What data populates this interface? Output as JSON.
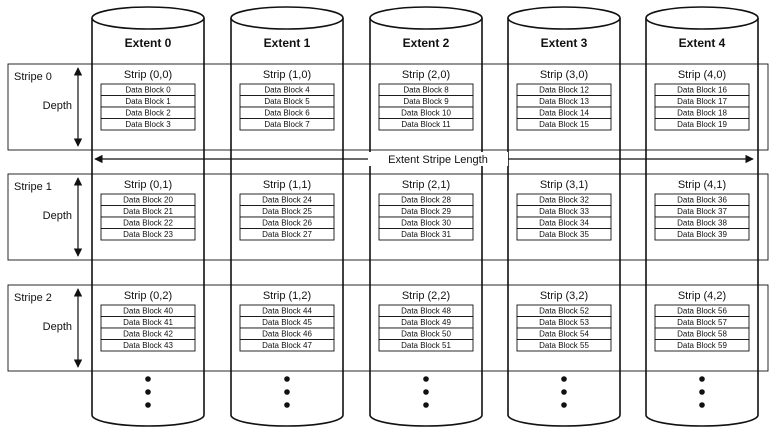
{
  "extents": [
    "Extent 0",
    "Extent 1",
    "Extent 2",
    "Extent 3",
    "Extent 4"
  ],
  "stripes": [
    {
      "label": "Stripe 0",
      "strips": [
        {
          "label": "Strip (0,0)",
          "blocks": [
            "Data Block 0",
            "Data Block 1",
            "Data Block 2",
            "Data Block 3"
          ]
        },
        {
          "label": "Strip (1,0)",
          "blocks": [
            "Data Block 4",
            "Data Block 5",
            "Data Block 6",
            "Data Block 7"
          ]
        },
        {
          "label": "Strip (2,0)",
          "blocks": [
            "Data Block 8",
            "Data Block 9",
            "Data Block 10",
            "Data Block 11"
          ]
        },
        {
          "label": "Strip (3,0)",
          "blocks": [
            "Data Block 12",
            "Data Block 13",
            "Data Block 14",
            "Data Block 15"
          ]
        },
        {
          "label": "Strip (4,0)",
          "blocks": [
            "Data Block 16",
            "Data Block 17",
            "Data Block 18",
            "Data Block 19"
          ]
        }
      ]
    },
    {
      "label": "Stripe 1",
      "strips": [
        {
          "label": "Strip (0,1)",
          "blocks": [
            "Data Block 20",
            "Data Block 21",
            "Data Block 22",
            "Data Block 23"
          ]
        },
        {
          "label": "Strip (1,1)",
          "blocks": [
            "Data Block 24",
            "Data Block 25",
            "Data Block 26",
            "Data Block 27"
          ]
        },
        {
          "label": "Strip (2,1)",
          "blocks": [
            "Data Block 28",
            "Data Block 29",
            "Data Block 30",
            "Data Block 31"
          ]
        },
        {
          "label": "Strip (3,1)",
          "blocks": [
            "Data Block 32",
            "Data Block 33",
            "Data Block 34",
            "Data Block 35"
          ]
        },
        {
          "label": "Strip (4,1)",
          "blocks": [
            "Data Block 36",
            "Data Block 37",
            "Data Block 38",
            "Data Block 39"
          ]
        }
      ]
    },
    {
      "label": "Stripe 2",
      "strips": [
        {
          "label": "Strip (0,2)",
          "blocks": [
            "Data Block 40",
            "Data Block 41",
            "Data Block 42",
            "Data Block 43"
          ]
        },
        {
          "label": "Strip (1,2)",
          "blocks": [
            "Data Block 44",
            "Data Block 45",
            "Data Block 46",
            "Data Block 47"
          ]
        },
        {
          "label": "Strip (2,2)",
          "blocks": [
            "Data Block 48",
            "Data Block 49",
            "Data Block 50",
            "Data Block 51"
          ]
        },
        {
          "label": "Strip (3,2)",
          "blocks": [
            "Data Block 52",
            "Data Block 53",
            "Data Block 54",
            "Data Block 55"
          ]
        },
        {
          "label": "Strip (4,2)",
          "blocks": [
            "Data Block 56",
            "Data Block 57",
            "Data Block 58",
            "Data Block 59"
          ]
        }
      ]
    }
  ],
  "depth_label": "Depth",
  "extent_stripe_length_label": "Extent Stripe Length",
  "colors": {
    "line": "#111111",
    "background": "#ffffff"
  }
}
